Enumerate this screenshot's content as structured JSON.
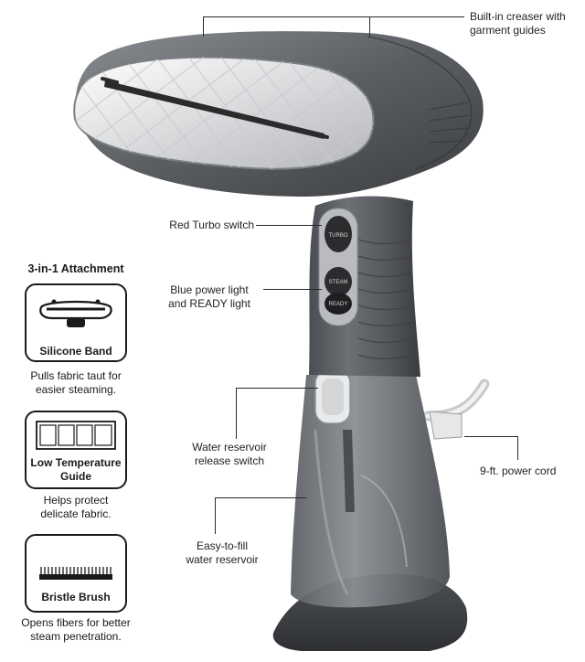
{
  "callouts": {
    "creaser": [
      "Built-in creaser with",
      "garment guides"
    ],
    "turbo": [
      "Red Turbo switch"
    ],
    "power_light": [
      "Blue power light",
      "and READY light"
    ],
    "reservoir_release": [
      "Water reservoir",
      "release switch"
    ],
    "fill_reservoir": [
      "Easy-to-fill",
      "water reservoir"
    ],
    "power_cord": [
      "9-ft. power cord"
    ]
  },
  "handle_buttons": {
    "turbo": "TURBO",
    "steam": "STEAM",
    "ready": "READY"
  },
  "attachments": {
    "title": "3-in-1 Attachment",
    "items": [
      {
        "name": [
          "Silicone Band"
        ],
        "desc": [
          "Pulls fabric taut for",
          "easier steaming."
        ]
      },
      {
        "name": [
          "Low Temperature",
          "Guide"
        ],
        "desc": [
          "Helps protect",
          "delicate fabric."
        ]
      },
      {
        "name": [
          "Bristle Brush"
        ],
        "desc": [
          "Opens fibers for better",
          "steam penetration."
        ]
      }
    ]
  }
}
